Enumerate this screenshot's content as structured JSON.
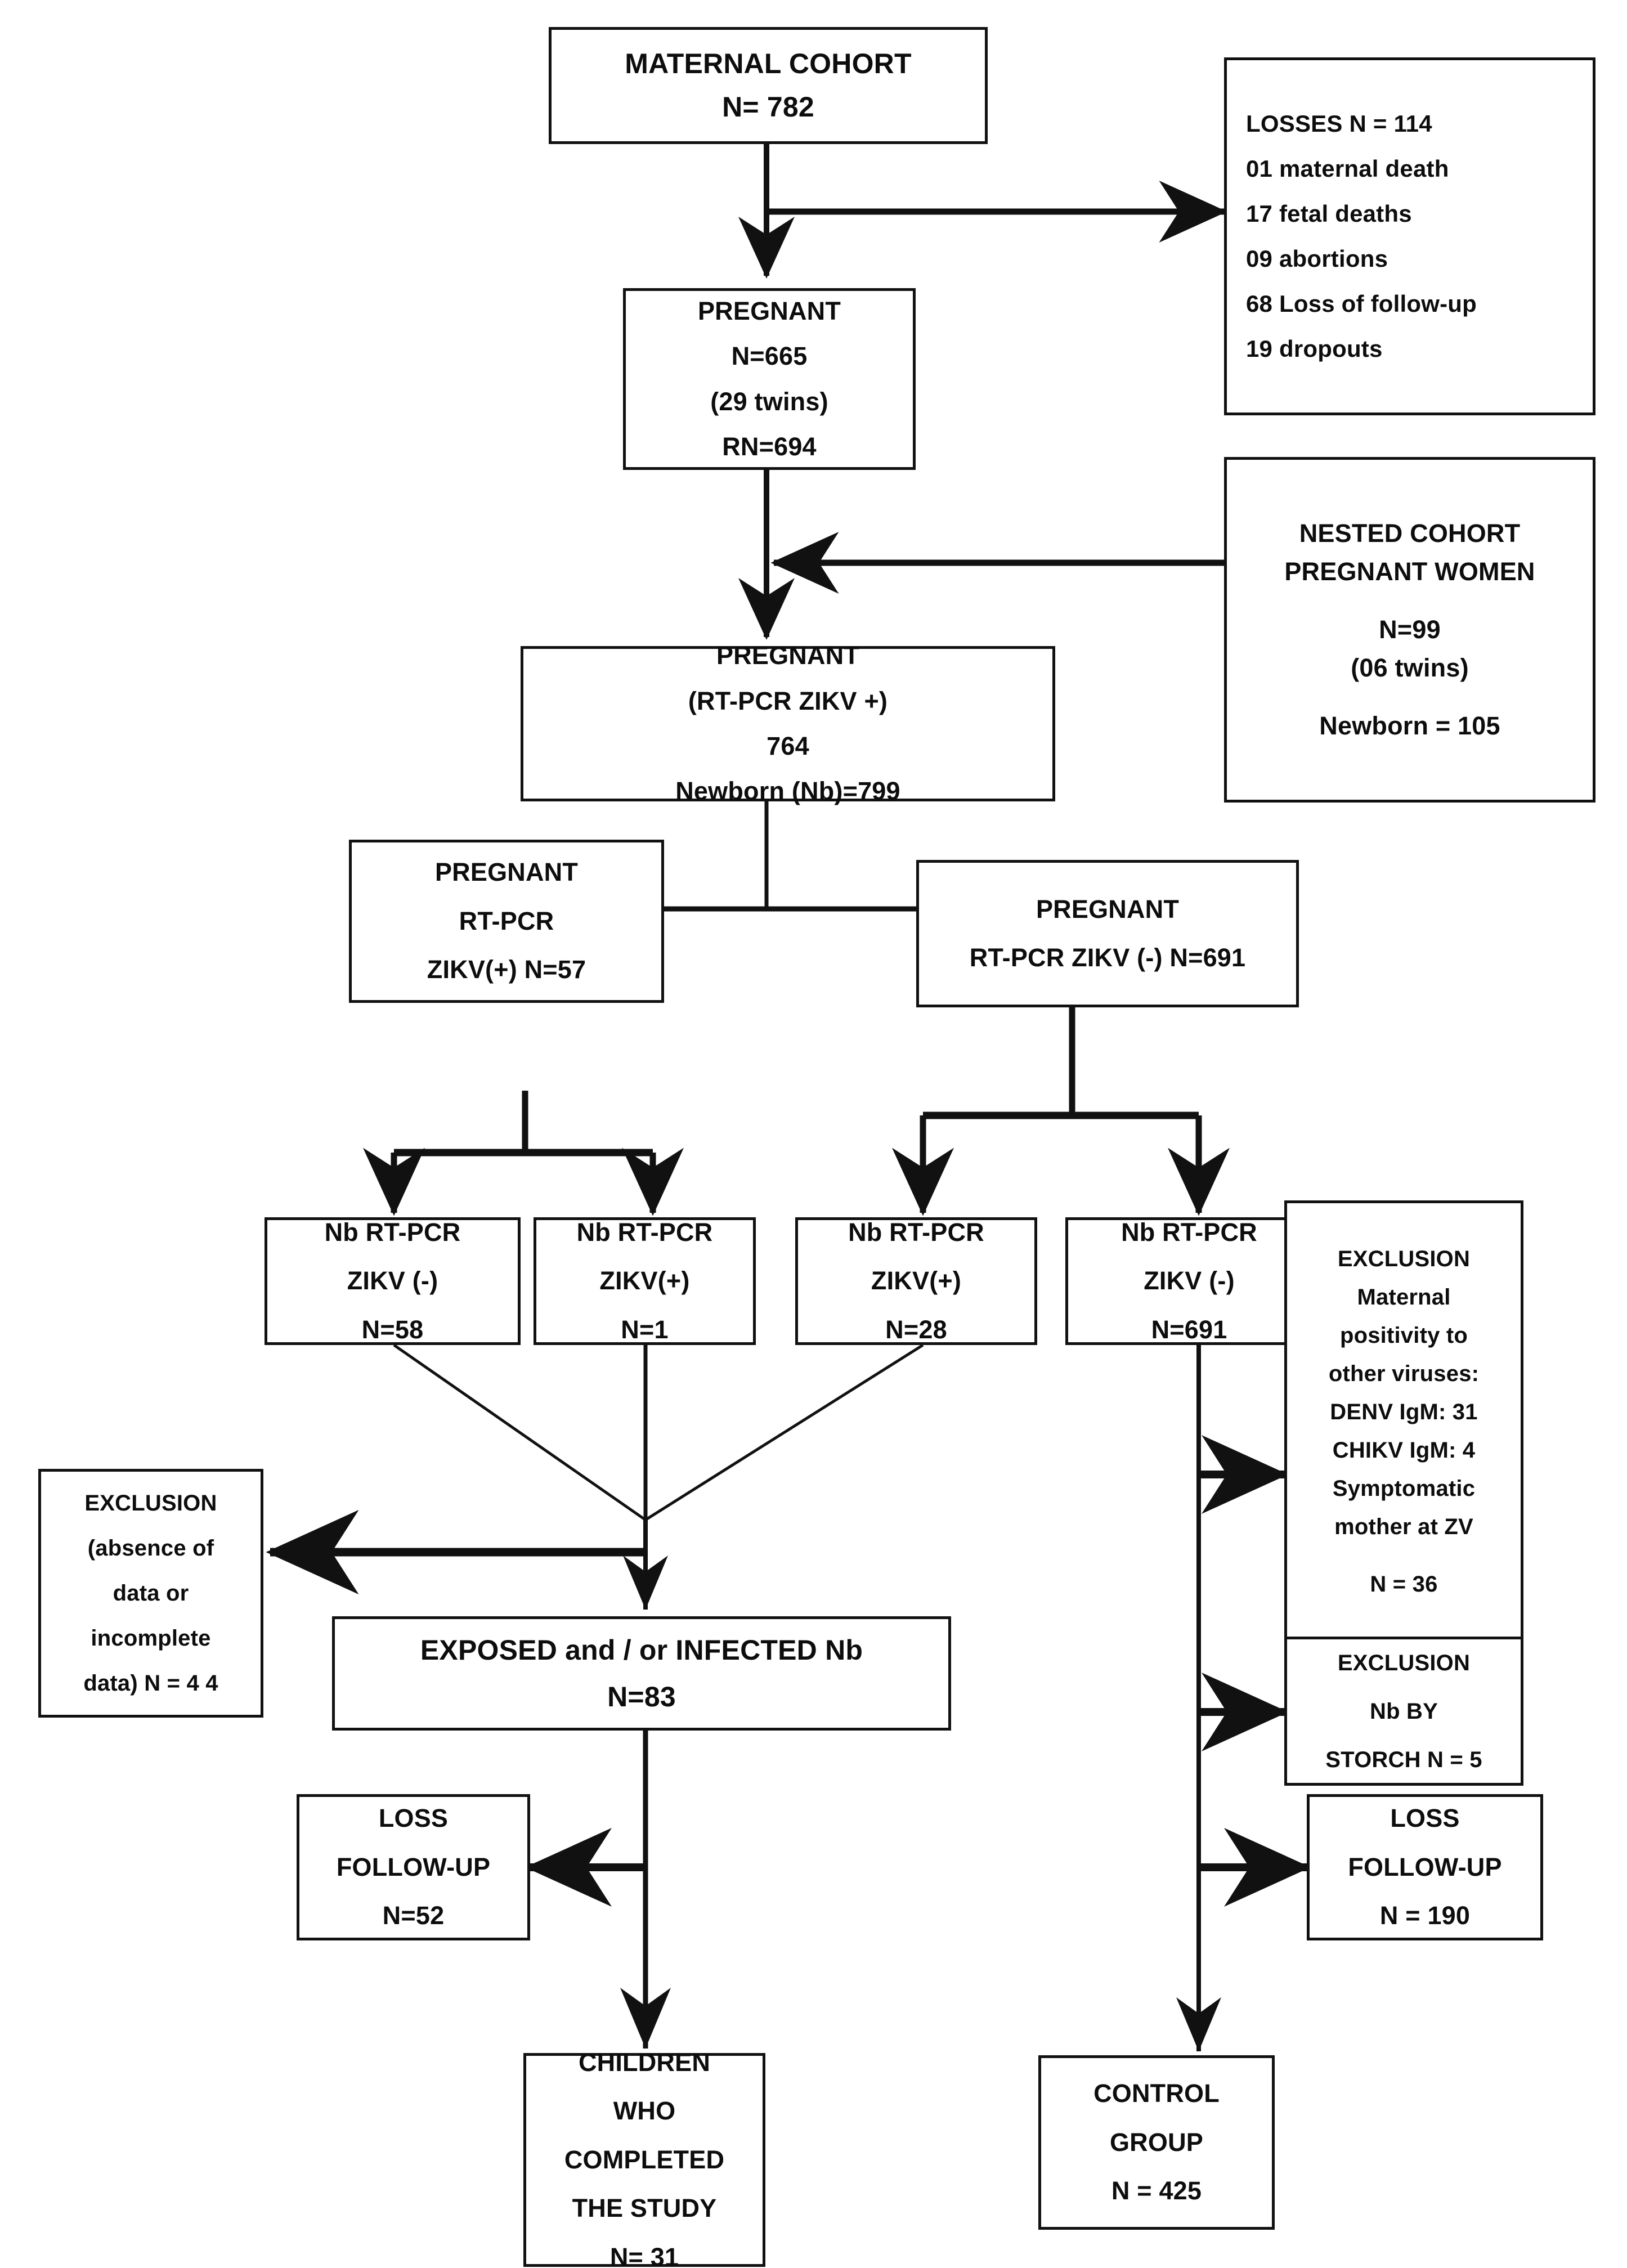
{
  "diagram": {
    "title": "Study flow diagram of maternal cohort and newborn follow-up",
    "stroke_color": "#111111",
    "background_color": "#ffffff",
    "nodes": {
      "maternal_cohort": {
        "lines": [
          "MATERNAL COHORT",
          "N= 782"
        ]
      },
      "losses": {
        "lines": [
          "LOSSES N = 114",
          "01 maternal death",
          "17 fetal deaths",
          "09 abortions",
          "68 Loss of follow-up",
          "19 dropouts"
        ]
      },
      "pregnant_665": {
        "lines": [
          "PREGNANT",
          "N=665",
          "(29 twins)",
          "RN=694"
        ]
      },
      "nested_cohort": {
        "lines": [
          "NESTED COHORT",
          "PREGNANT WOMEN",
          "",
          "N=99",
          "(06 twins)",
          "",
          "Newborn = 105"
        ]
      },
      "pregnant_764": {
        "lines": [
          "PREGNANT",
          "(RT-PCR ZIKV +)",
          "764",
          "Newborn (Nb)=799"
        ]
      },
      "pregnant_zikv_pos": {
        "lines": [
          "PREGNANT",
          "RT-PCR",
          "ZIKV(+) N=57"
        ]
      },
      "pregnant_zikv_neg": {
        "lines": [
          "PREGNANT",
          "RT-PCR ZIKV (-) N=691"
        ]
      },
      "nb_zikv_neg_58": {
        "lines": [
          "Nb  RT-PCR",
          "ZIKV (-)",
          "N=58"
        ]
      },
      "nb_zikv_pos_1": {
        "lines": [
          "Nb RT-PCR",
          "ZIKV(+)",
          "N=1"
        ]
      },
      "nb_zikv_pos_28": {
        "lines": [
          "Nb RT-PCR",
          "ZIKV(+)",
          "N=28"
        ]
      },
      "nb_zikv_neg_691": {
        "lines": [
          "Nb  RT-PCR",
          "ZIKV (-)",
          "N=691"
        ]
      },
      "exclusion_viruses": {
        "lines": [
          "EXCLUSION",
          "Maternal",
          "positivity to",
          "other viruses:",
          "DENV IgM: 31",
          "CHIKV IgM: 4",
          "Symptomatic",
          "mother at ZV",
          "",
          "N = 36"
        ]
      },
      "exclusion_data": {
        "lines": [
          "EXCLUSION",
          "(absence of",
          "data or",
          "incomplete",
          "data) N = 4 4"
        ]
      },
      "exposed_infected": {
        "lines": [
          "EXPOSED and / or INFECTED Nb",
          "N=83"
        ]
      },
      "exclusion_storch": {
        "lines": [
          "EXCLUSION",
          "Nb BY",
          "STORCH N = 5"
        ]
      },
      "loss_followup_52": {
        "lines": [
          "LOSS",
          "FOLLOW-UP",
          "N=52"
        ]
      },
      "loss_followup_190": {
        "lines": [
          "LOSS",
          "FOLLOW-UP",
          "N = 190"
        ]
      },
      "children_completed": {
        "lines": [
          "CHILDREN",
          "WHO",
          "COMPLETED",
          "THE STUDY",
          "N= 31"
        ]
      },
      "control_group": {
        "lines": [
          "CONTROL",
          "GROUP",
          "N = 425"
        ]
      }
    }
  }
}
